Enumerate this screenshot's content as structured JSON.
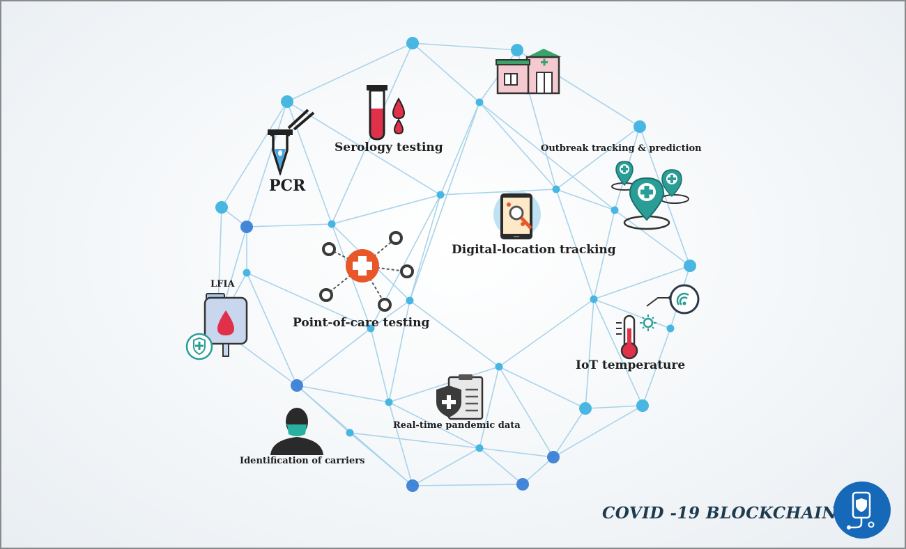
{
  "labels": {
    "serology": "Serology testing",
    "pcr": "PCR",
    "outbreak": "Outbreak tracking & prediction",
    "digital_location": "Digital-location tracking",
    "lfia": "LFIA",
    "point_of_care": "Point-of-care testing",
    "iot_temperature": "IoT temperature",
    "real_time_data": "Real-time pandemic data",
    "carriers": "Identification of carriers"
  },
  "branding": {
    "title": "COVID -19 BLOCKCHAIN"
  },
  "colors": {
    "network_line": "#a9d3ea",
    "node": "#3fb3e0",
    "node_dark": "#3a7fd6",
    "accent_orange": "#e8572a",
    "teal": "#2a9d96",
    "brand_blue": "#1668b8"
  }
}
